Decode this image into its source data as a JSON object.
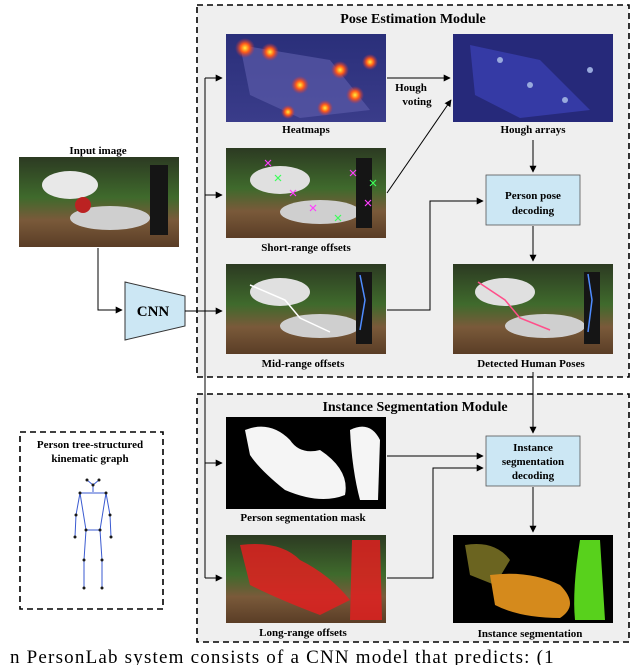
{
  "modules": {
    "pose_title": "Pose Estimation Module",
    "seg_title": "Instance Segmentation Module"
  },
  "labels": {
    "input_image": "Input image",
    "cnn": "CNN",
    "heatmaps": "Heatmaps",
    "hough_voting_line1": "Hough",
    "hough_voting_line2": "voting",
    "hough_arrays": "Hough arrays",
    "short_range": "Short-range offsets",
    "person_pose_line1": "Person pose",
    "person_pose_line2": "decoding",
    "mid_range": "Mid-range offsets",
    "detected_poses": "Detected Human Poses",
    "tree_line1": "Person tree-structured",
    "tree_line2": "kinematic graph",
    "seg_mask": "Person segmentation mask",
    "inst_dec_line1": "Instance",
    "inst_dec_line2": "segmentation",
    "inst_dec_line3": "decoding",
    "long_range": "Long-range offsets",
    "instance_seg": "Instance segmentation"
  },
  "caption": "n PersonLab system consists of a CNN model that predicts: (1"
}
